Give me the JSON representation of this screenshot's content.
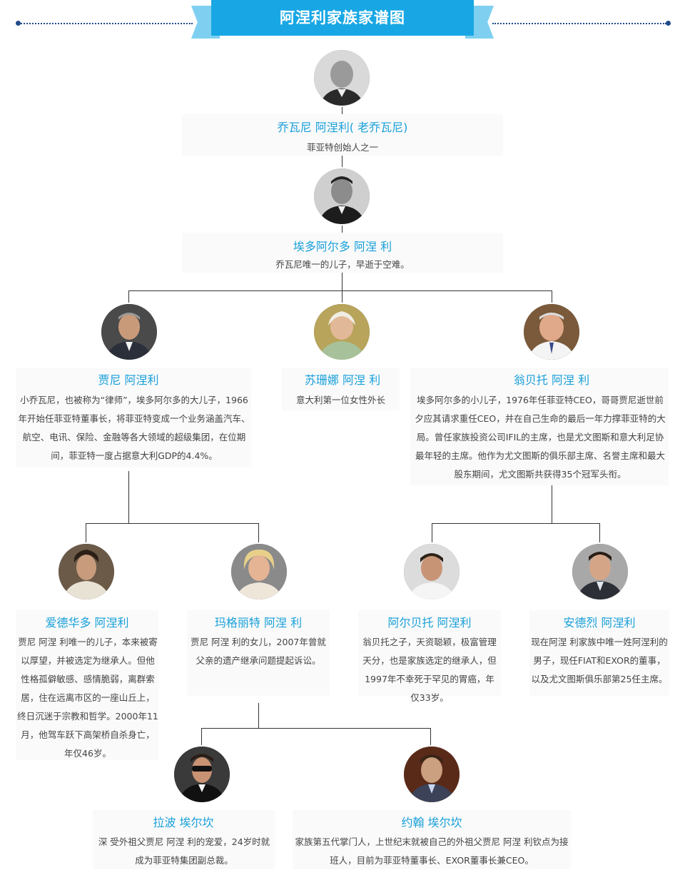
{
  "title": "阿涅利家族家谱图",
  "people": {
    "giovanni_sr": {
      "name": "乔瓦尼  阿涅利( 老乔瓦尼)",
      "desc": "菲亚特创始人之一"
    },
    "edoardo": {
      "name": "埃多阿尔多  阿涅 利",
      "desc": "乔瓦尼唯一的儿子，早逝于空难。"
    },
    "gianni": {
      "name": "贾尼  阿涅利",
      "desc": "小乔瓦尼，也被称为“律师”，埃多阿尔多的大儿子，1966年开始任菲亚特董事长，将菲亚特变成一个业务涵盖汽车、航空、电讯、保险、金融等各大领域的超级集团，在位期间，菲亚特一度占据意大利GDP的4.4%。"
    },
    "susanna": {
      "name": "苏珊娜  阿涅 利",
      "desc": "意大利第一位女性外长"
    },
    "umberto": {
      "name": "翁贝托  阿涅 利",
      "desc": "埃多阿尔多的小儿子，1976年任菲亚特CEO，哥哥贾尼逝世前夕应其请求重任CEO，并在自己生命的最后一年力撑菲亚特的大局。曾任家族投资公司IFIL的主席，也是尤文图斯和意大利足协最年轻的主席。他作为尤文图斯的俱乐部主席、名誉主席和最大股东期间，尤文图斯共获得35个冠军头衔。"
    },
    "edoardo_jr": {
      "name": "爱德华多  阿涅利",
      "desc": "贾尼  阿涅 利唯一的儿子，本来被寄以厚望，并被选定为继承人。但他性格孤僻敏感、感情脆弱，离群索居，住在远离市区的一座山丘上，终日沉迷于宗教和哲学。2000年11月，他驾车跃下高架桥自杀身亡，年仅46岁。"
    },
    "margherita": {
      "name": "玛格丽特  阿涅 利",
      "desc": "贾尼  阿涅 利的女儿，2007年曾就父亲的遗产继承问题提起诉讼。"
    },
    "alberto": {
      "name": "阿尔贝托  阿涅利",
      "desc": "翁贝托之子，天资聪颖，极富管理天分，也是家族选定的继承人，但1997年不幸死于罕见的胃癌，年仅33岁。"
    },
    "andrea": {
      "name": "安德烈  阿涅利",
      "desc": "现在阿涅 利家族中唯一姓阿涅利的男子，现任FIAT和EXOR的董事，以及尤文图斯俱乐部第25任主席。"
    },
    "lapo": {
      "name": "拉波  埃尔坎",
      "desc": "深 受外祖父贾尼  阿涅 利的宠爱，24岁时就成为菲亚特集团副总裁。"
    },
    "john": {
      "name": "约翰  埃尔坎",
      "desc": "家族第五代掌门人，上世纪末就被自己的外祖父贾尼  阿涅 利钦点为接班人，目前为菲亚特董事长、EXOR董事长兼CEO。"
    }
  }
}
